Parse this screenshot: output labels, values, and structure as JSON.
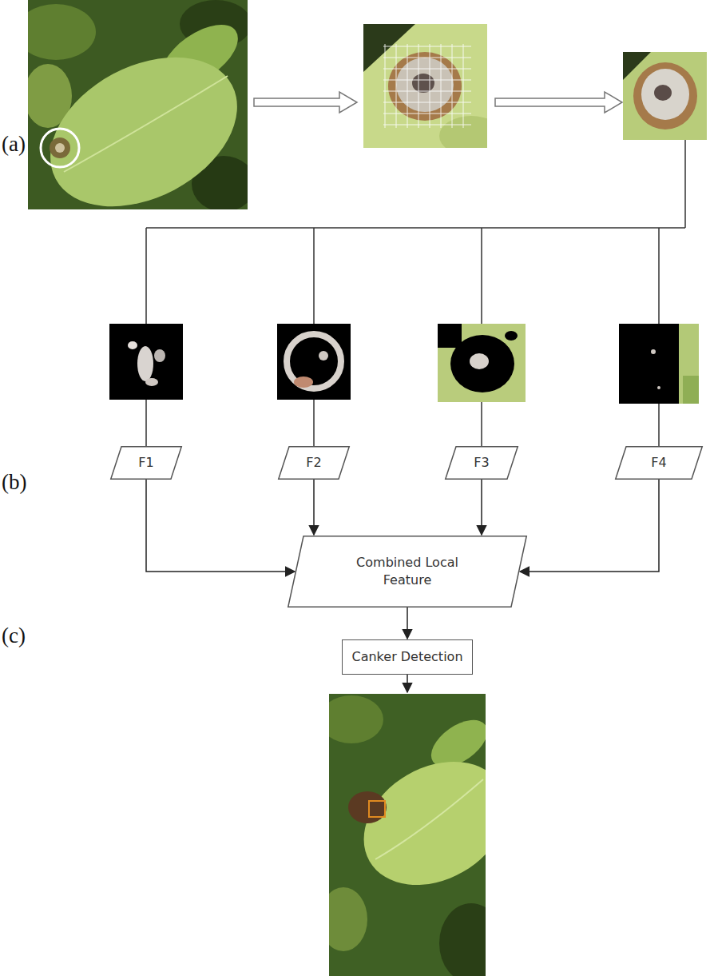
{
  "diagram": {
    "nodes": [
      {
        "text": [
          "F1"
        ]
      },
      {
        "text": [
          "F2"
        ]
      },
      {
        "text": [
          "F3"
        ]
      },
      {
        "text": [
          "F4"
        ]
      },
      {
        "text": [
          "Combined Local Feature"
        ]
      },
      {
        "text": [
          "Canker Detection"
        ]
      }
    ],
    "edges": [
      {
        "from": 0,
        "to": 4,
        "arrow": "to"
      },
      {
        "from": 1,
        "to": 4,
        "arrow": "to"
      },
      {
        "from": 2,
        "to": 4,
        "arrow": "to"
      },
      {
        "from": 3,
        "to": 4,
        "arrow": "to"
      },
      {
        "from": 4,
        "to": 5,
        "arrow": "to"
      }
    ],
    "labels": [
      "(a)",
      "(b)",
      "(c)"
    ]
  }
}
